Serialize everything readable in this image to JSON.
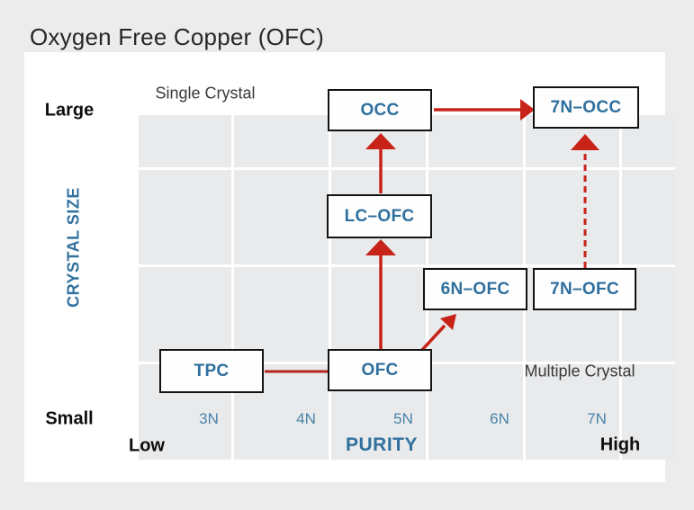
{
  "page": {
    "title": "Oxygen Free Copper (OFC)"
  },
  "colors": {
    "page_bg": "#ececec",
    "card_bg": "#ffffff",
    "plot_bg": "#e8eaec",
    "gridline": "#ffffff",
    "node_text_blue": "#2e6f9e",
    "axis_blue": "#31719e",
    "tick_blue": "#4a84a9",
    "arrow_red": "#c82318",
    "connector_dark_red": "#b3271b",
    "text_black": "#0d0d0d",
    "region_text_gray": "#3a3a3a"
  },
  "axes": {
    "y": {
      "label": "CRYSTAL SIZE",
      "top_end": "Large",
      "bottom_end": "Small"
    },
    "x": {
      "label": "PURITY",
      "left_end": "Low",
      "right_end": "High",
      "ticks": [
        "3N",
        "4N",
        "5N",
        "6N",
        "7N"
      ]
    }
  },
  "regions": {
    "top_left": "Single Crystal",
    "bottom_right": "Multiple Crystal"
  },
  "nodes": [
    {
      "id": "tpc",
      "label": "TPC",
      "purity": "3N",
      "crystal_size": "small",
      "crystal_type": "multiple"
    },
    {
      "id": "ofc",
      "label": "OFC",
      "purity": "4N-5N",
      "crystal_size": "small",
      "crystal_type": "multiple"
    },
    {
      "id": "lc-ofc",
      "label": "LC–OFC",
      "purity": "4N-5N",
      "crystal_size": "medium",
      "crystal_type": "single"
    },
    {
      "id": "occ",
      "label": "OCC",
      "purity": "4N-5N",
      "crystal_size": "large",
      "crystal_type": "single"
    },
    {
      "id": "6n-ofc",
      "label": "6N–OFC",
      "purity": "5N-6N",
      "crystal_size": "medium-small",
      "crystal_type": "multiple"
    },
    {
      "id": "7n-ofc",
      "label": "7N–OFC",
      "purity": "7N",
      "crystal_size": "medium-small",
      "crystal_type": "multiple"
    },
    {
      "id": "7n-occ",
      "label": "7N–OCC",
      "purity": "7N",
      "crystal_size": "large",
      "crystal_type": "single"
    }
  ],
  "edges": [
    {
      "from": "TPC",
      "to": "OFC",
      "style": "solid-line"
    },
    {
      "from": "OFC",
      "to": "LC–OFC",
      "style": "solid-arrow"
    },
    {
      "from": "LC–OFC",
      "to": "OCC",
      "style": "solid-arrow"
    },
    {
      "from": "OCC",
      "to": "7N–OCC",
      "style": "solid-arrow"
    },
    {
      "from": "OFC",
      "to": "6N–OFC",
      "style": "solid-arrow"
    },
    {
      "from": "7N–OFC",
      "to": "7N–OCC",
      "style": "dashed-arrow"
    }
  ]
}
